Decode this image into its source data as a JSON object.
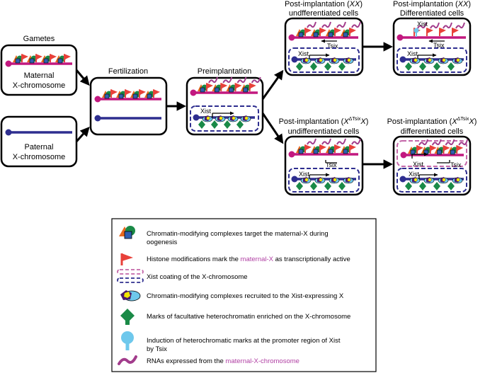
{
  "stages": {
    "gametes": "Gametes",
    "maternal": [
      "Maternal",
      "X-chromosome"
    ],
    "paternal": [
      "Paternal",
      "X-chromosome"
    ],
    "fertilization": "Fertilization",
    "preimplantation": "Preimplantation",
    "post_xx_undiff": {
      "prefix": "Post-implantation (",
      "italic": "XX",
      "suffix": ")",
      "line2": "undfferentiated cells"
    },
    "post_xx_diff": {
      "prefix": "Post-implantation (",
      "italic": "XX",
      "suffix": ")",
      "line2": "Differentiated cells"
    },
    "post_mut_undiff": {
      "prefix": "Post-implantation (",
      "italic": "X",
      "sup": "ΔTsix",
      "italic2": "X",
      "suffix": ")",
      "line2": "undifferentiated cells"
    },
    "post_mut_diff": {
      "prefix": "Post-implantation (",
      "italic": "X",
      "sup": "ΔTsix",
      "italic2": "X",
      "suffix": ")",
      "line2": "differentiated cells"
    }
  },
  "genes": {
    "xist": "Xist",
    "tsix": "Tsix"
  },
  "legend": [
    {
      "icon": "complex-target-icon",
      "lines": [
        "Chromatin-modifying complexes target the maternal-X during",
        "oogenesis"
      ]
    },
    {
      "icon": "red-flag-icon",
      "pre": "Histone modifications mark the ",
      "hl": "maternal-X",
      "post": " as transcriptionally active"
    },
    {
      "icon": "dashed-box-icon",
      "lines": [
        "Xist coating of the X-chromosome"
      ]
    },
    {
      "icon": "recruited-complex-icon",
      "lines": [
        "Chromatin-modifying complexes recruited to the Xist-expressing X"
      ]
    },
    {
      "icon": "green-diamond-icon",
      "lines": [
        "Marks of facultative heterochromatin enriched on the X-chromosome"
      ]
    },
    {
      "icon": "cyan-lollipop-icon",
      "lines": [
        "Induction of heterochromatic marks at the promoter region of Xist",
        "by Tsix"
      ]
    },
    {
      "icon": "rna-squiggle-icon",
      "pre": "RNAs expressed from the ",
      "hl": "maternal-X-chromosome",
      "post": ""
    }
  ],
  "colors": {
    "maternal": "#c2187f",
    "paternal": "#2e2e8f",
    "flag": "#e8413a",
    "orange": "#e8691e",
    "green": "#1a8a47",
    "blue_square": "#2f5fb0",
    "yellow": "#f2e600",
    "purple": "#4b1a6b",
    "cyan": "#6ec8ec",
    "rna": "#a23c8c",
    "highlight": "#b03fa3",
    "dash_pink": "#c466a8",
    "dash_navy": "#2e2e8f"
  }
}
